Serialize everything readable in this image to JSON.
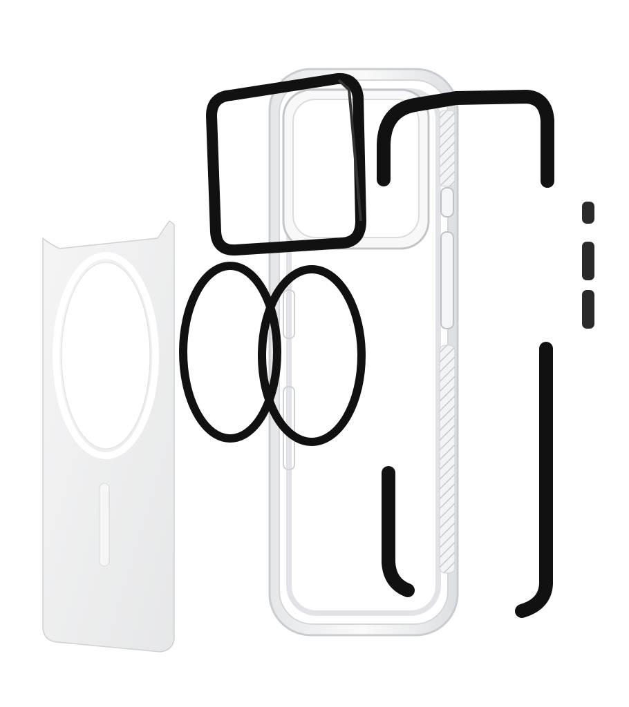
{
  "image": {
    "subject": "exploded-phone-case-components",
    "background_color": "#ffffff",
    "colors": {
      "black_part": "#111111",
      "clear_shell": "#e8eaec",
      "clear_edge": "#c9ccd0",
      "frosted_plate": "#eeeeef"
    },
    "components": [
      {
        "name": "frosted-back-plate"
      },
      {
        "name": "camera-ring"
      },
      {
        "name": "magnet-ring-left"
      },
      {
        "name": "magnet-ring-right"
      },
      {
        "name": "clear-case-shell"
      },
      {
        "name": "bumper-strip-top"
      },
      {
        "name": "bumper-strip-bottom-inner"
      },
      {
        "name": "bumper-strip-right"
      },
      {
        "name": "button-cover-power"
      },
      {
        "name": "button-cover-volume-up"
      },
      {
        "name": "button-cover-volume-down"
      }
    ]
  }
}
